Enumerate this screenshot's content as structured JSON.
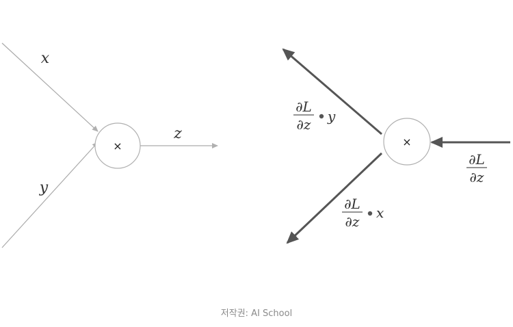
{
  "forward": {
    "input_top": "x",
    "input_bottom": "y",
    "output": "z",
    "operator": "×"
  },
  "backward": {
    "operator": "×",
    "upstream_num": "∂L",
    "upstream_den": "∂z",
    "grad_top_num": "∂L",
    "grad_top_den": "∂z",
    "grad_top_factor": "y",
    "grad_bottom_num": "∂L",
    "grad_bottom_den": "∂z",
    "grad_bottom_factor": "x"
  },
  "caption": "저작권: AI School",
  "colors": {
    "forward_line": "#aaaaaa",
    "backward_line": "#555555",
    "node_stroke": "#b0b0b0"
  }
}
